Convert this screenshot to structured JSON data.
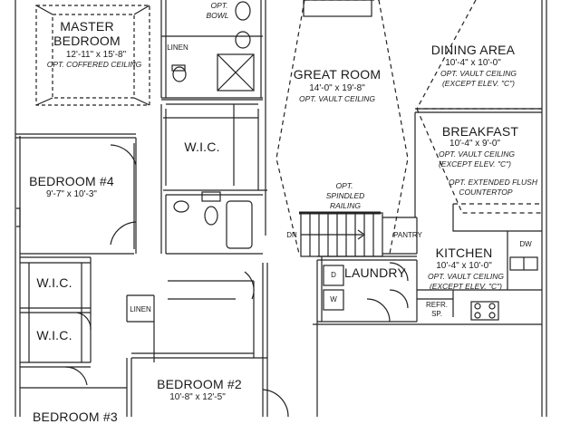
{
  "rooms": {
    "master_bedroom": {
      "name_line1": "MASTER",
      "name_line2": "BEDROOM",
      "dims": "12'-11\" x 15'-8\"",
      "note": "OPT. COFFERED CEILING"
    },
    "opt_bowl": {
      "line1": "OPT.",
      "line2": "BOWL"
    },
    "linen_top": "LINEN",
    "great_room": {
      "name": "GREAT ROOM",
      "dims": "14'-0\" x 19'-8\"",
      "note": "OPT. VAULT CEILING"
    },
    "dining_area": {
      "name": "DINING AREA",
      "dims": "10'-4\" x 10'-0\"",
      "note1": "OPT. VAULT CEILING",
      "note2": "(EXCEPT ELEV. \"C\")"
    },
    "breakfast": {
      "name": "BREAKFAST",
      "dims": "10'-4\" x 9'-0\"",
      "note1": "OPT. VAULT CEILING",
      "note2": "(EXCEPT ELEV. \"C\")"
    },
    "wic_master": "W.I.C.",
    "bedroom4": {
      "name": "BEDROOM #4",
      "dims": "9'-7\" x 10'-3\""
    },
    "countertop": {
      "line1": "OPT. EXTENDED FLUSH",
      "line2": "COUNTERTOP"
    },
    "railing": {
      "line1": "OPT.",
      "line2": "SPINDLED",
      "line3": "RAILING"
    },
    "stair_dn": "DN",
    "pantry": "PANTRY",
    "dw": "DW",
    "kitchen": {
      "name": "KITCHEN",
      "dims": "10'-4\" x 10'-0\"",
      "note1": "OPT. VAULT CEILING",
      "note2": "(EXCEPT ELEV. \"C\")"
    },
    "laundry": {
      "name": "LAUNDRY",
      "dryer": "D",
      "washer": "W"
    },
    "wic_a": "W.I.C.",
    "wic_b": "W.I.C.",
    "linen_bottom": "LINEN",
    "refr": {
      "line1": "REFR.",
      "line2": "SP."
    },
    "bedroom2": {
      "name": "BEDROOM #2",
      "dims": "10'-8\" x 12'-5\""
    },
    "bedroom3_partial": "BEDROOM #3"
  }
}
